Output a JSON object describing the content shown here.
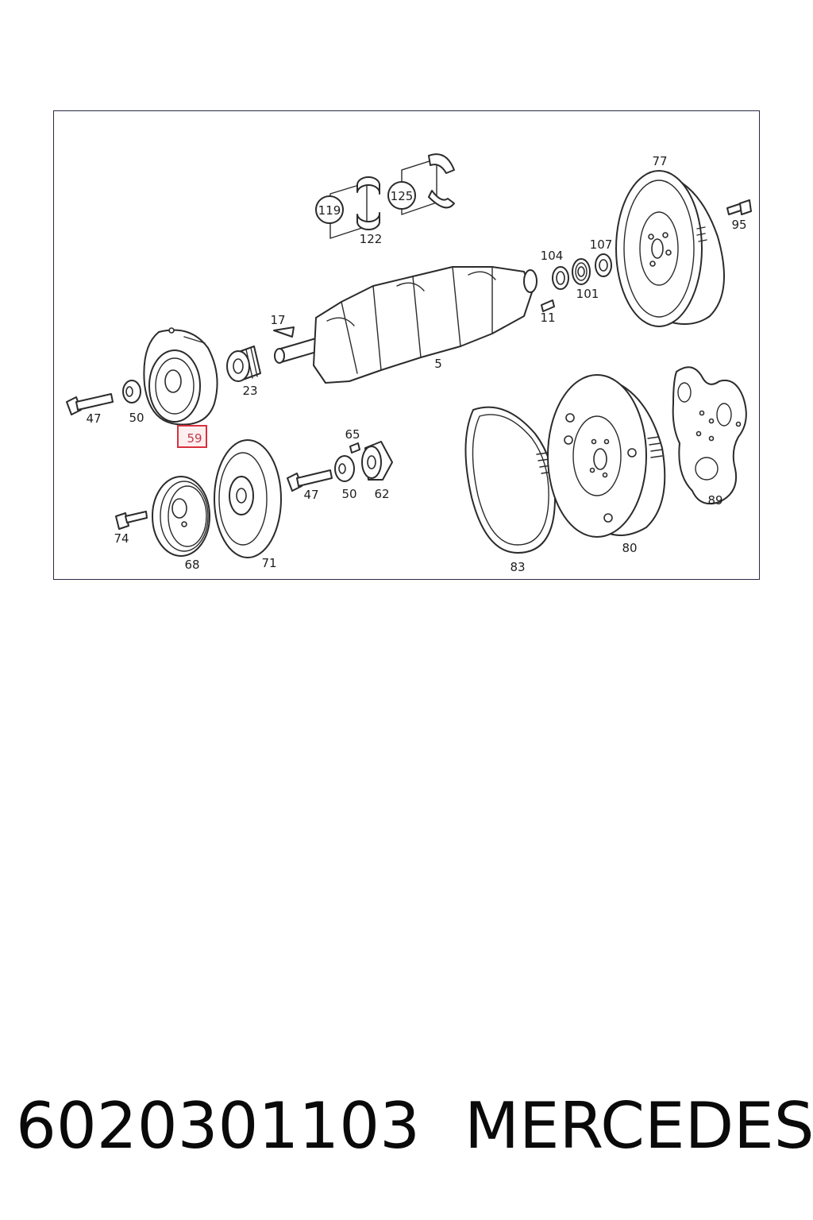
{
  "diagram": {
    "highlighted_label": "59",
    "labels": {
      "p5": "5",
      "p11": "11",
      "p17": "17",
      "p23": "23",
      "p47a": "47",
      "p47b": "47",
      "p50a": "50",
      "p50b": "50",
      "p59": "59",
      "p62": "62",
      "p65": "65",
      "p68": "68",
      "p71": "71",
      "p74": "74",
      "p77": "77",
      "p80": "80",
      "p83": "83",
      "p89": "89",
      "p95": "95",
      "p101": "101",
      "p104": "104",
      "p107": "107",
      "p119": "119",
      "p122": "122",
      "p125": "125"
    },
    "highlight_color": "#d8303c"
  },
  "footer": {
    "part_number": "6020301103",
    "brand": "MERCEDES"
  }
}
